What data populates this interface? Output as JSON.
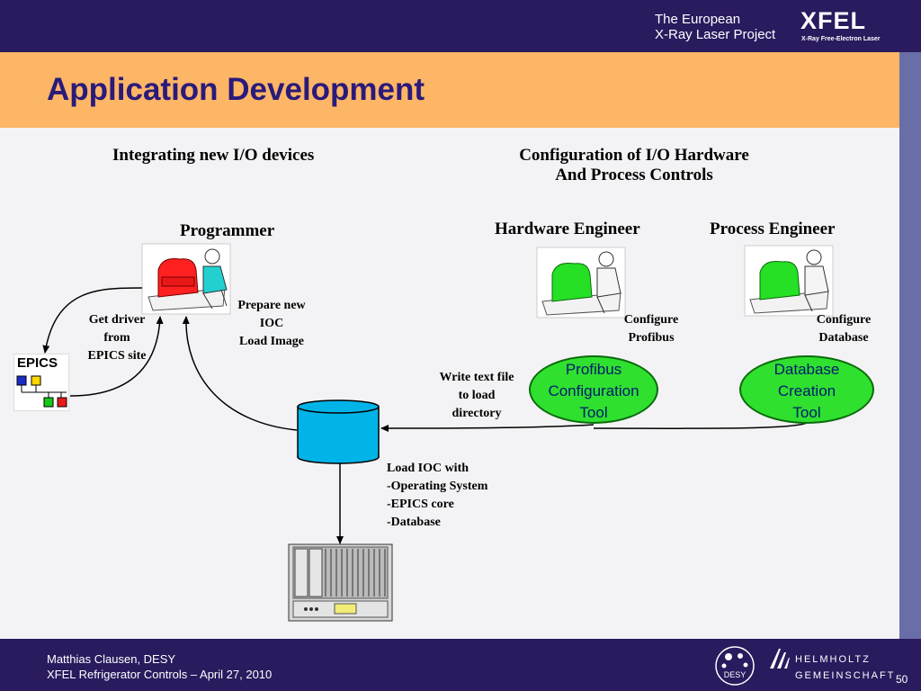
{
  "header": {
    "brand_line1": "The European",
    "brand_line2": "X-Ray Laser Project",
    "logo_word": "XFEL",
    "logo_sub": "X-Ray Free-Electron Laser"
  },
  "title": "Application Development",
  "diagram": {
    "left_heading": "Integrating new I/O devices",
    "right_heading_line1": "Configuration of I/O Hardware",
    "right_heading_line2": "And Process Controls",
    "programmer_label": "Programmer",
    "hardware_engineer_label": "Hardware Engineer",
    "process_engineer_label": "Process Engineer",
    "prepare_line1": "Prepare new",
    "prepare_line2": "IOC",
    "prepare_line3": "Load Image",
    "get_driver_line1": "Get driver",
    "get_driver_line2": "from",
    "get_driver_line3": "EPICS site",
    "epics_label": "EPICS",
    "configure_profibus_line1": "Configure",
    "configure_profibus_line2": "Profibus",
    "configure_database_line1": "Configure",
    "configure_database_line2": "Database",
    "write_text_line1": "Write text file",
    "write_text_line2": "to load",
    "write_text_line3": "directory",
    "profibus_tool_line1": "Profibus",
    "profibus_tool_line2": "Configuration",
    "profibus_tool_line3": "Tool",
    "database_tool_line1": "Database",
    "database_tool_line2": "Creation",
    "database_tool_line3": "Tool",
    "load_ioc_line1": "Load IOC with",
    "load_ioc_line2": "-Operating System",
    "load_ioc_line3": "-EPICS core",
    "load_ioc_line4": "-Database"
  },
  "footer": {
    "author": "Matthias Clausen, DESY",
    "event": "XFEL Refrigerator Controls – April 27, 2010",
    "page_number": "50",
    "helmholtz_line1": "HELMHOLTZ",
    "helmholtz_line2": "GEMEINSCHAFT",
    "desy_label": "DESY"
  },
  "colors": {
    "header_bg": "#2a1a5e",
    "title_band": "#fdb566",
    "title_text": "#2a1a7a",
    "tool_fill": "#2fe02f",
    "tool_text": "#001b6e",
    "database_fill": "#00b4e8"
  }
}
